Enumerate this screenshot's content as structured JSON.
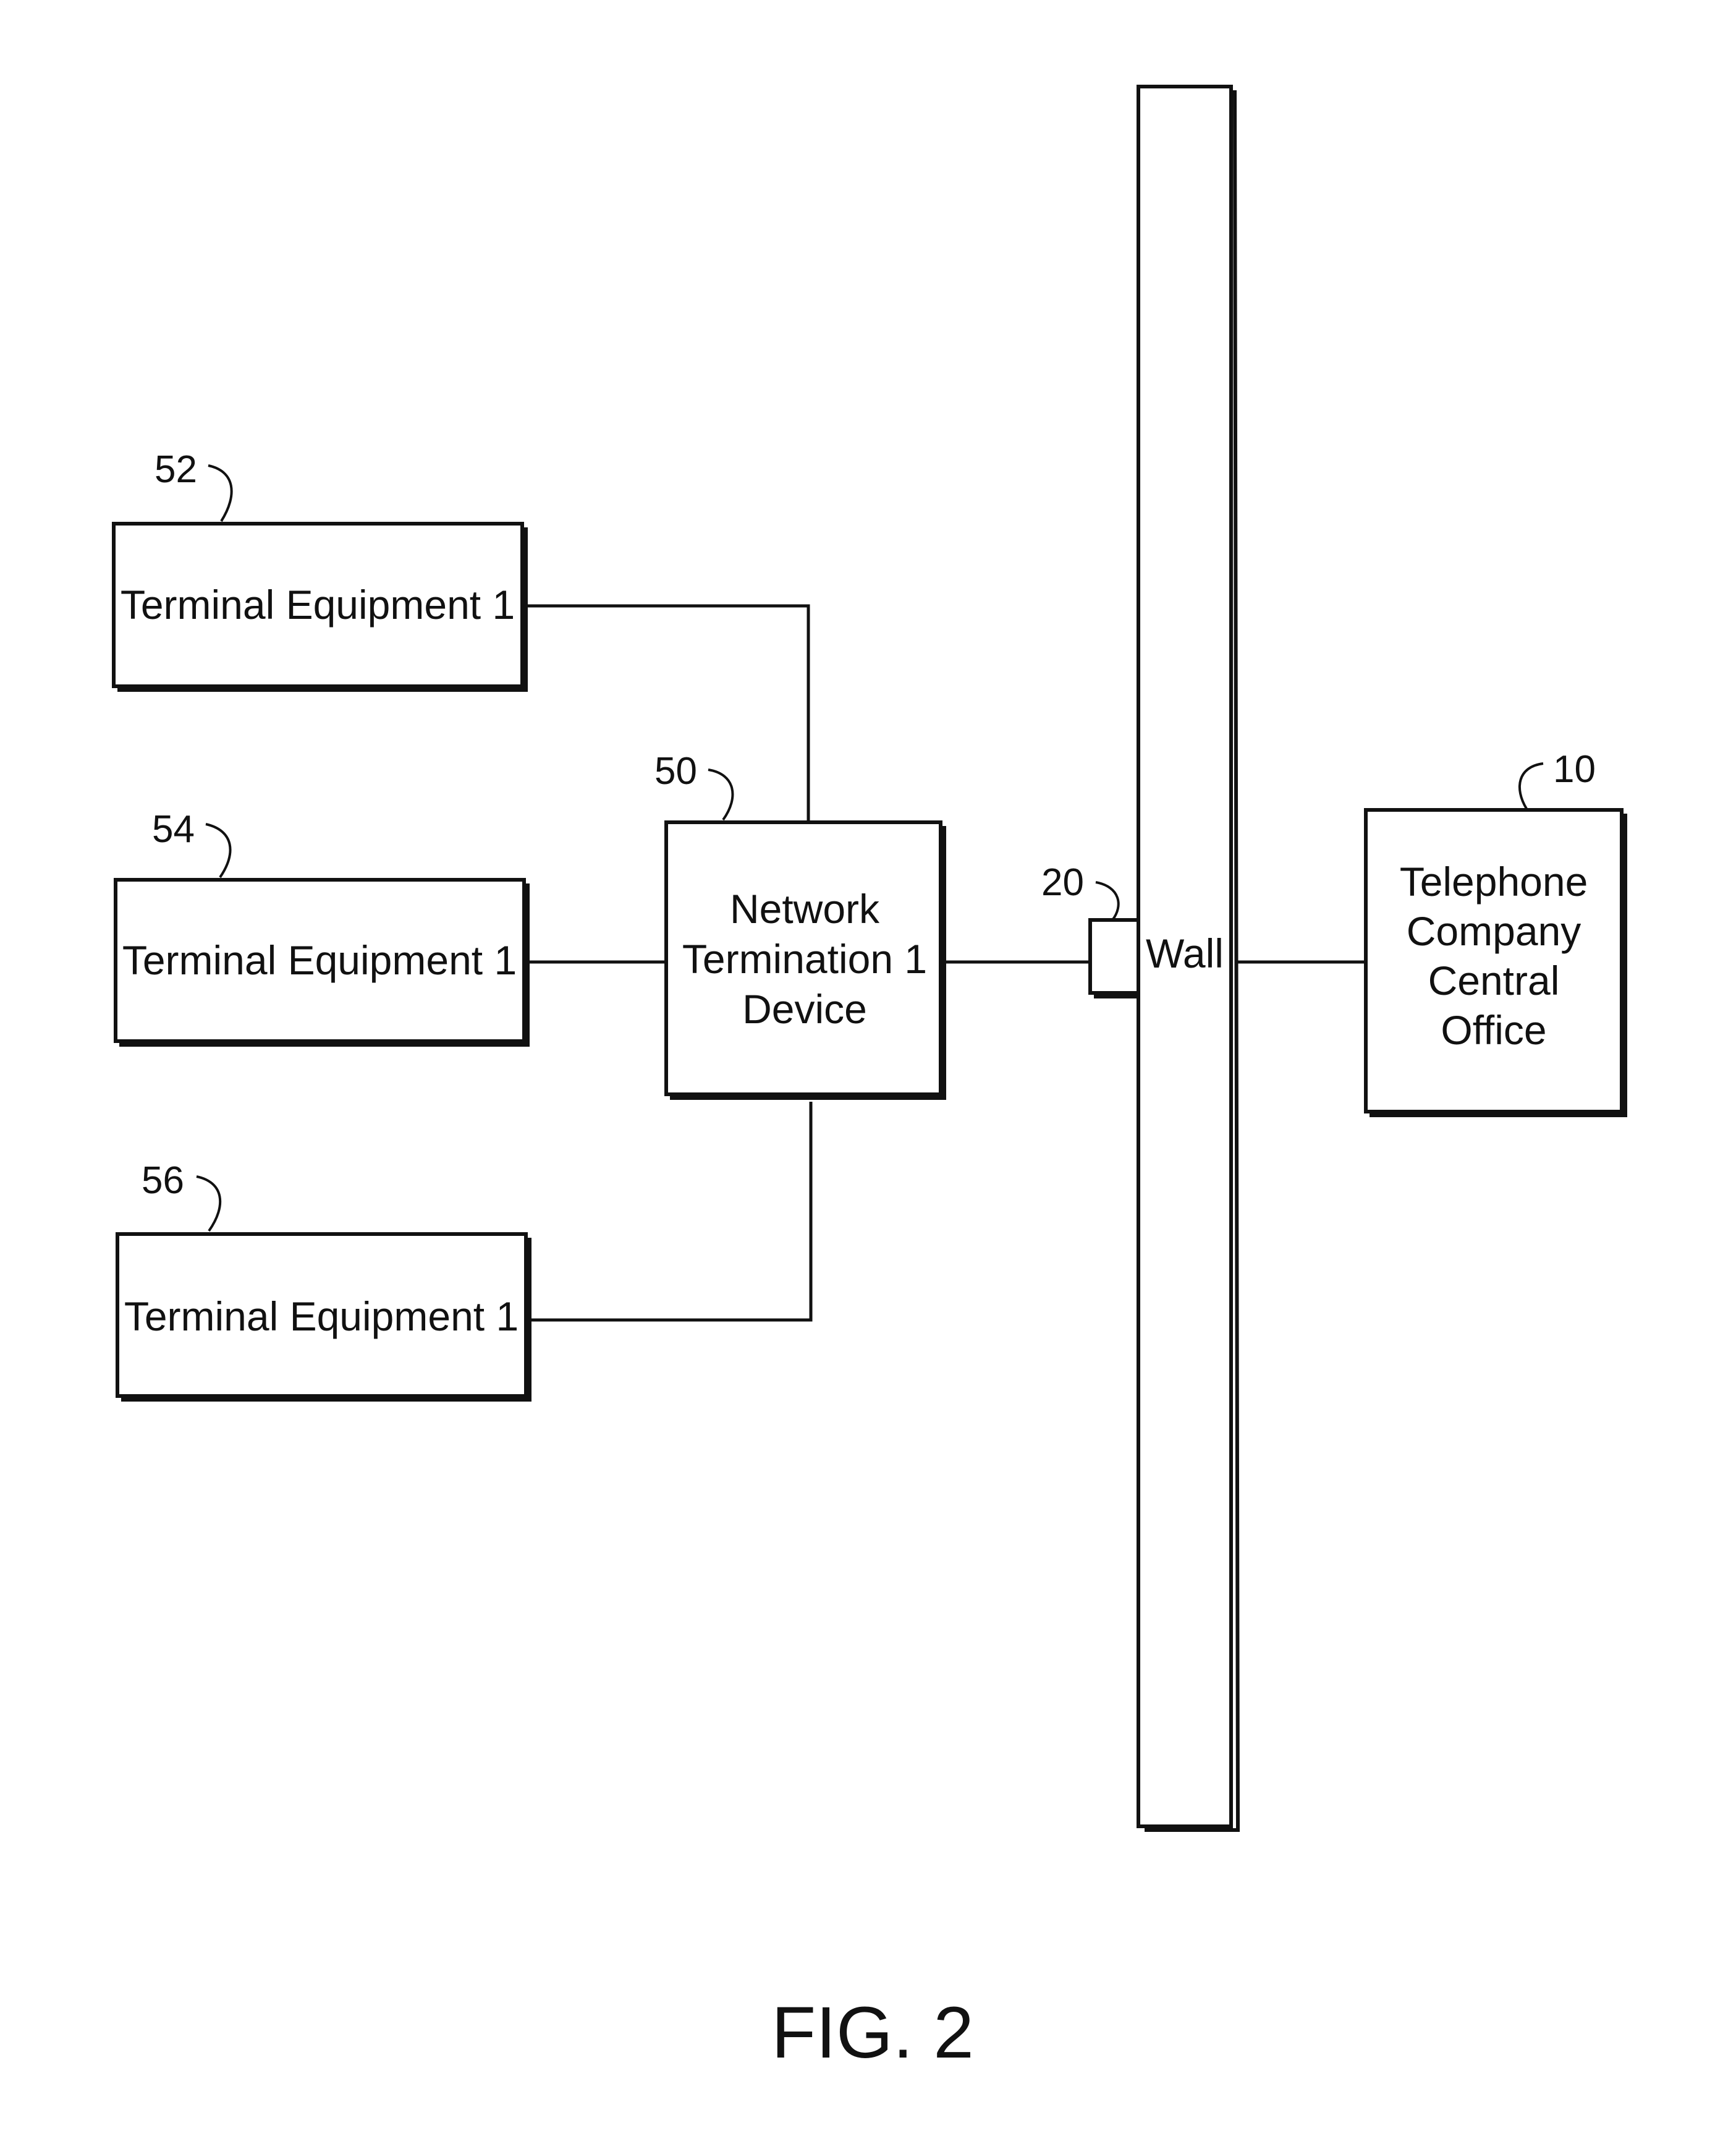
{
  "figure": {
    "caption": "FIG. 2"
  },
  "nodes": {
    "te_52": {
      "ref": "52",
      "lines": [
        "Terminal Equipment 1"
      ]
    },
    "te_54": {
      "ref": "54",
      "lines": [
        "Terminal Equipment 1"
      ]
    },
    "te_56": {
      "ref": "56",
      "lines": [
        "Terminal Equipment 1"
      ]
    },
    "nt1": {
      "ref": "50",
      "lines": [
        "Network",
        "Termination 1",
        "Device"
      ]
    },
    "jack": {
      "ref": "20"
    },
    "wall": {
      "lines": [
        "Wall"
      ]
    },
    "central_office": {
      "ref": "10",
      "lines": [
        "Telephone",
        "Company",
        "Central",
        "Office"
      ]
    }
  },
  "edges": [
    {
      "from": "te_52",
      "to": "nt1"
    },
    {
      "from": "te_54",
      "to": "nt1"
    },
    {
      "from": "te_56",
      "to": "nt1"
    },
    {
      "from": "nt1",
      "to": "jack"
    },
    {
      "from": "wall",
      "to": "central_office"
    }
  ]
}
